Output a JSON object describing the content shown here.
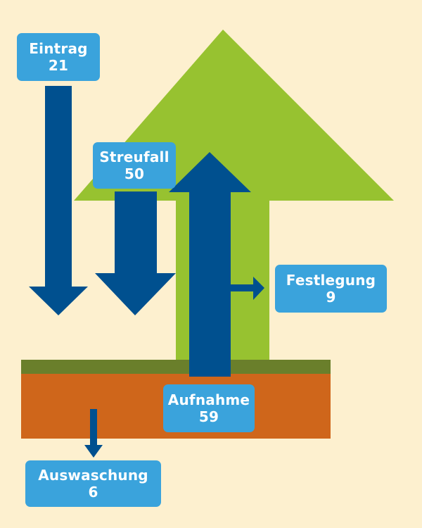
{
  "colors": {
    "background": "#fdf0cf",
    "tree": "#97c230",
    "arrow": "#00508f",
    "label": "#3aa3dc",
    "grass": "#6a7f2b",
    "soil": "#cf661b"
  },
  "flows": {
    "eintrag": {
      "name": "Eintrag",
      "value": "21"
    },
    "streufall": {
      "name": "Streufall",
      "value": "50"
    },
    "festlegung": {
      "name": "Festlegung",
      "value": "9"
    },
    "aufnahme": {
      "name": "Aufnahme",
      "value": "59"
    },
    "auswaschung": {
      "name": "Auswaschung",
      "value": "6"
    }
  }
}
